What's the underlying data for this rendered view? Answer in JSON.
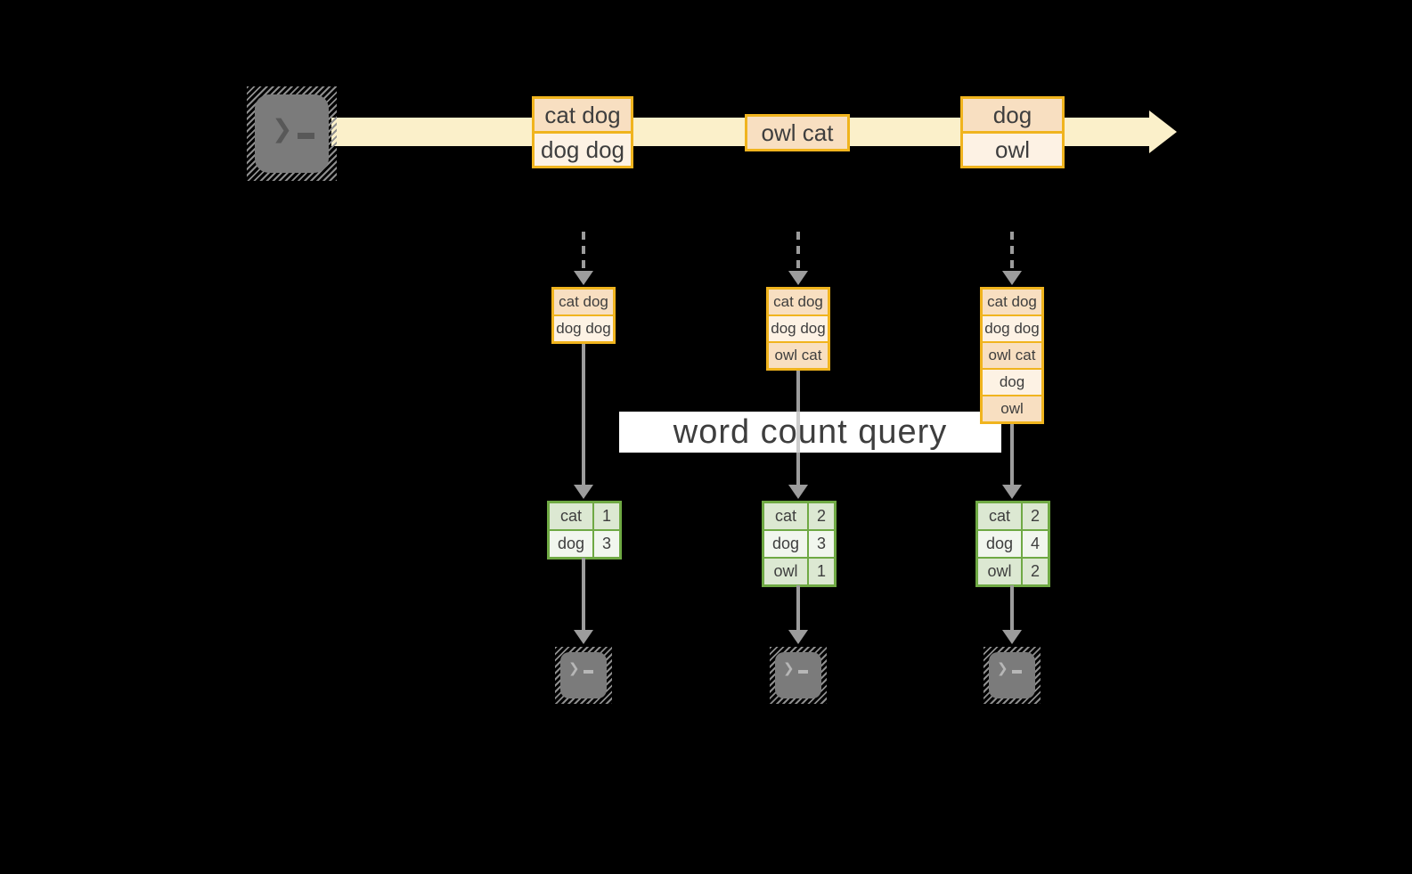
{
  "query_label": "word count query",
  "stream": {
    "source_icon": "terminal-prompt-icon",
    "arrow_icon": "right-arrow-icon",
    "batches": [
      {
        "lines": [
          "cat dog",
          "dog dog"
        ]
      },
      {
        "lines": [
          "owl cat"
        ]
      },
      {
        "lines": [
          "dog",
          "owl"
        ]
      }
    ]
  },
  "columns": [
    {
      "buffered_lines": [
        "cat dog",
        "dog dog"
      ],
      "word_counts": [
        {
          "word": "cat",
          "count": "1"
        },
        {
          "word": "dog",
          "count": "3"
        }
      ],
      "output_icon": "terminal-prompt-icon"
    },
    {
      "buffered_lines": [
        "cat dog",
        "dog dog",
        "owl cat"
      ],
      "word_counts": [
        {
          "word": "cat",
          "count": "2"
        },
        {
          "word": "dog",
          "count": "3"
        },
        {
          "word": "owl",
          "count": "1"
        }
      ],
      "output_icon": "terminal-prompt-icon"
    },
    {
      "buffered_lines": [
        "cat dog",
        "dog dog",
        "owl cat",
        "dog",
        "owl"
      ],
      "word_counts": [
        {
          "word": "cat",
          "count": "2"
        },
        {
          "word": "dog",
          "count": "4"
        },
        {
          "word": "owl",
          "count": "2"
        }
      ],
      "output_icon": "terminal-prompt-icon"
    }
  ],
  "colors": {
    "gold_border": "#f0b41e",
    "peach_fill": "#f8dfc1",
    "cream_fill": "#fdf2e4",
    "stream_band": "#fbf0ca",
    "green_border": "#6fa944",
    "sage_fill": "#dce8d2",
    "sage_light_fill": "#f1f6ee",
    "line_gray": "#9c9c9c",
    "icon_gray": "#7b7b7b",
    "text": "#3e3e3e",
    "query_background": "#ffffff"
  }
}
